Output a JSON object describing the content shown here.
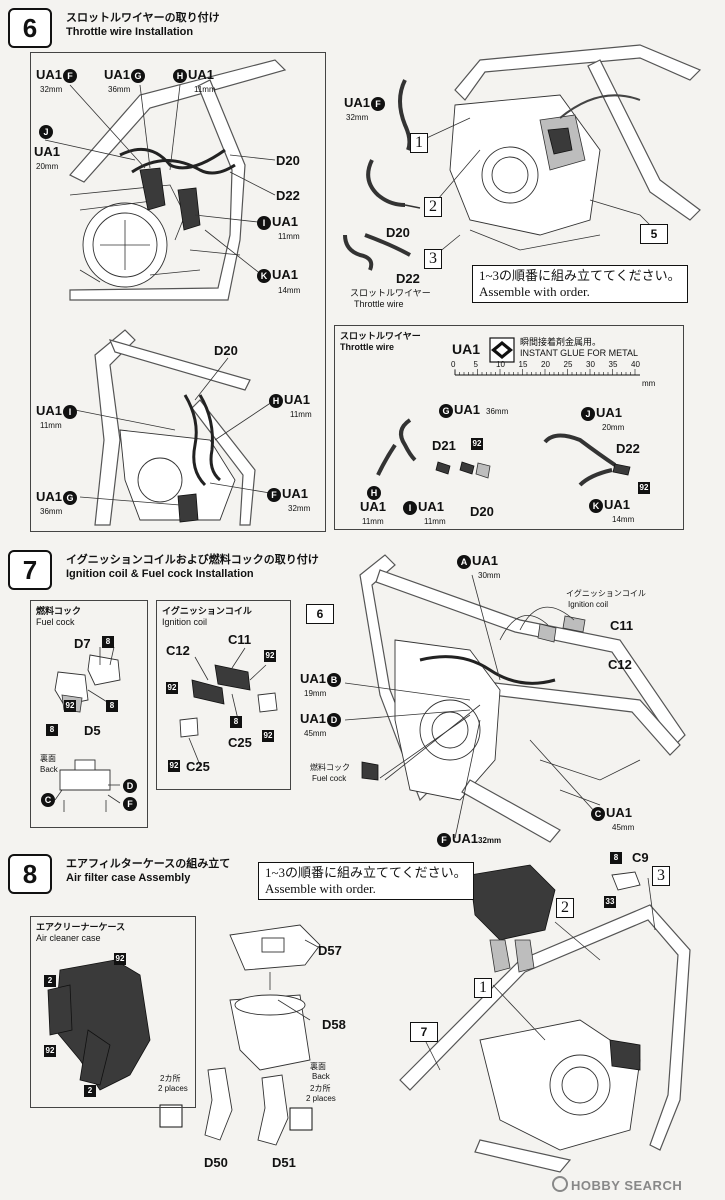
{
  "step6": {
    "number": "6",
    "title_jp": "スロットルワイヤーの取り付け",
    "title_en": "Throttle wire Installation",
    "ref": "5",
    "order_note_jp": "1~3の順番に組み立ててください。",
    "order_note_en": "Assemble with order.",
    "order_nums": [
      "1",
      "2",
      "3"
    ],
    "labels": {
      "ua1f": "UA1",
      "ua1f_mm": "32mm",
      "ua1g": "UA1",
      "ua1g_mm": "36mm",
      "ua1h": "UA1",
      "ua1h_mm": "11mm",
      "ua1j": "UA1",
      "ua1j_mm": "20mm",
      "d20": "D20",
      "d22": "D22",
      "ua1i": "UA1",
      "ua1i_mm": "11mm",
      "ua1k": "UA1",
      "ua1k_mm": "14mm",
      "d20b": "D20",
      "ua1i2": "UA1",
      "ua1i2_mm": "11mm",
      "ua1h2": "UA1",
      "ua1h2_mm": "11mm",
      "ua1g2": "UA1",
      "ua1g2_mm": "36mm",
      "ua1f2": "UA1",
      "ua1f2_mm": "32mm",
      "ua1f3": "UA1",
      "ua1f3_mm": "32mm",
      "d20c": "D20",
      "d22c": "D22",
      "wire_jp": "スロットルワイヤー",
      "wire_en": "Throttle wire"
    },
    "letters": {
      "f": "F",
      "g": "G",
      "h": "H",
      "i": "I",
      "j": "J",
      "k": "K"
    },
    "detail": {
      "title_jp": "スロットルワイヤー",
      "title_en": "Throttle wire",
      "glue_code": "UA1",
      "glue_jp": "瞬間接着剤金属用。",
      "glue_en": "INSTANT GLUE  FOR METAL",
      "ruler_ticks": [
        "0",
        "5",
        "10",
        "15",
        "20",
        "25",
        "30",
        "35",
        "40"
      ],
      "ruler_unit": "mm",
      "ua1g": "UA1",
      "ua1g_mm": "36mm",
      "d21": "D21",
      "p92": "92",
      "ua1h": "UA1",
      "ua1h_mm": "11mm",
      "ua1i": "UA1",
      "ua1i_mm": "11mm",
      "d20": "D20",
      "ua1j": "UA1",
      "ua1j_mm": "20mm",
      "d22": "D22",
      "ua1k": "UA1",
      "ua1k_mm": "14mm"
    }
  },
  "step7": {
    "number": "7",
    "title_jp": "イグニッションコイルおよび燃料コックの取り付け",
    "title_en": "Ignition coil & Fuel cock Installation",
    "ref": "6",
    "fuel_cock": {
      "title_jp": "燃料コック",
      "title_en": "Fuel cock",
      "d7": "D7",
      "d5": "D5",
      "p8": "8",
      "p92": "92",
      "back_jp": "裏面",
      "back_en": "Back",
      "c": "C",
      "d": "D",
      "f": "F"
    },
    "ign_coil": {
      "title_jp": "イグニッションコイル",
      "title_en": "Ignition coil",
      "c11": "C11",
      "c12": "C12",
      "c25a": "C25",
      "c25b": "C25",
      "p92": "92",
      "p8": "8"
    },
    "main": {
      "ua1a": "UA1",
      "ua1a_mm": "30mm",
      "coil_jp": "イグニッションコイル",
      "coil_en": "Ignition coil",
      "c11": "C11",
      "c12": "C12",
      "ua1b": "UA1",
      "ua1b_mm": "19mm",
      "ua1d": "UA1",
      "ua1d_mm": "45mm",
      "fuel_jp": "燃料コック",
      "fuel_en": "Fuel cock",
      "ua1c": "UA1",
      "ua1c_mm": "45mm",
      "ua1f": "UA1",
      "ua1f_mm": "32mm"
    },
    "letters": {
      "a": "A",
      "b": "B",
      "c": "C",
      "d": "D",
      "f": "F"
    }
  },
  "step8": {
    "number": "8",
    "title_jp": "エアフィルターケースの組み立て",
    "title_en": "Air filter case Assembly",
    "order_note_jp": "1~3の順番に組み立ててください。",
    "order_note_en": "Assemble with order.",
    "ref": "7",
    "order_nums": [
      "1",
      "2",
      "3"
    ],
    "air_box": {
      "title_jp": "エアクリーナーケース",
      "title_en": "Air cleaner case",
      "p2": "2",
      "p92": "92"
    },
    "parts": {
      "d57": "D57",
      "d58": "D58",
      "d50": "D50",
      "d51": "D51",
      "places_jp": "2カ所",
      "places_en": "2 places",
      "back_jp": "裏面",
      "back_en": "Back",
      "c9": "C9",
      "p8": "8",
      "p33": "33"
    }
  },
  "watermark": "HOBBY SEARCH"
}
